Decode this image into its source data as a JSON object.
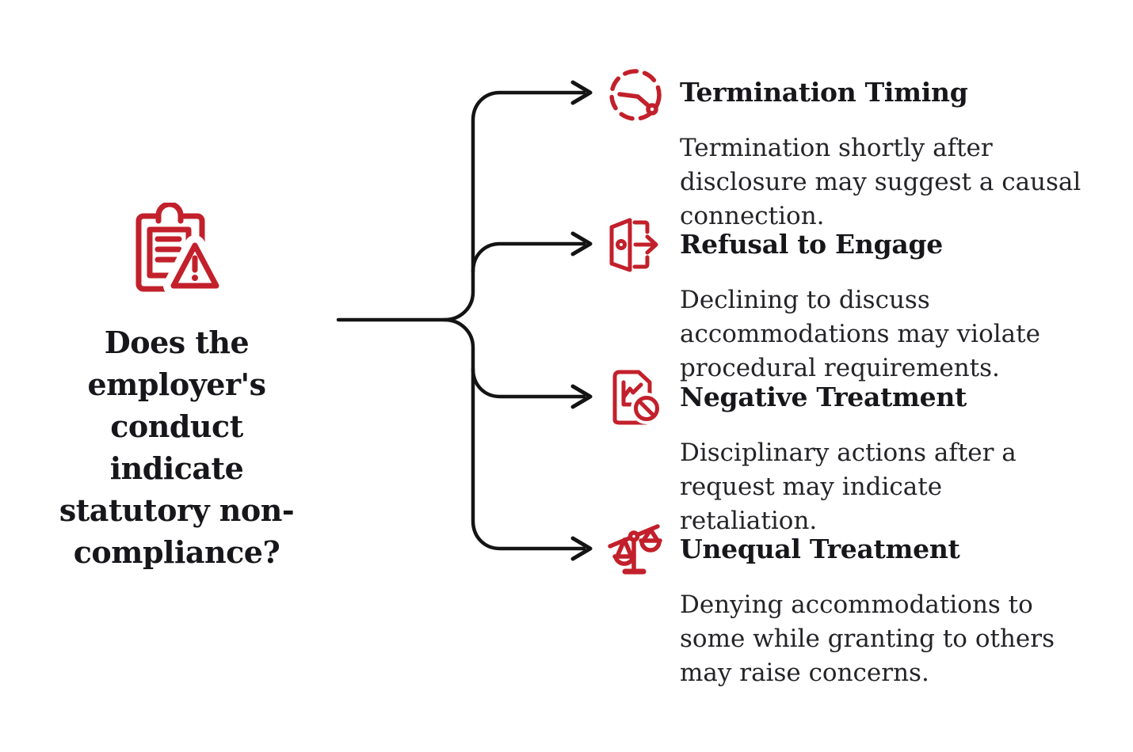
{
  "page": {
    "background": "#ffffff"
  },
  "colors": {
    "accent_red": "#c2202b",
    "connector_black": "#141414",
    "title_text": "#17171b",
    "body_text": "#242428"
  },
  "root": {
    "icon": "clipboard-warning-icon",
    "question_text": "Does the employer's conduct indicate statutory non-compliance?",
    "question_lines": [
      "Does the",
      "employer's",
      "conduct indicate",
      "statutory non-",
      "compliance?"
    ]
  },
  "branches": [
    {
      "icon": "clock-dashed-icon",
      "title": "Termination Timing",
      "description": "Termination shortly after disclosure may suggest a causal connection.",
      "description_lines": [
        "Termination shortly after",
        "disclosure may suggest a causal",
        "connection."
      ]
    },
    {
      "icon": "door-exit-arrow-icon",
      "title": "Refusal to Engage",
      "description": "Declining to discuss accommodations may violate procedural requirements.",
      "description_lines": [
        "Declining to discuss",
        "accommodations may violate",
        "procedural requirements."
      ]
    },
    {
      "icon": "document-chart-prohibited-icon",
      "title": "Negative Treatment",
      "description": "Disciplinary actions after a request may indicate retaliation.",
      "description_lines": [
        "Disciplinary actions after a",
        "request may indicate",
        "retaliation."
      ]
    },
    {
      "icon": "scales-unbalanced-icon",
      "title": "Unequal Treatment",
      "description": "Denying accommodations to some while granting to others may raise concerns.",
      "description_lines": [
        "Denying accommodations to",
        "some while granting to others",
        "may raise concerns."
      ]
    }
  ]
}
